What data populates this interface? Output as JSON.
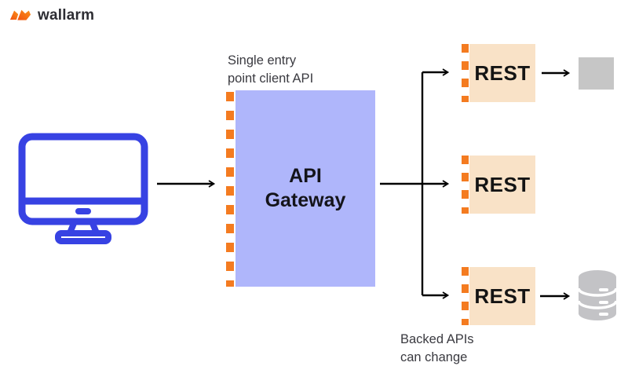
{
  "brand": {
    "name": "wallarm",
    "mark_color": "#f56a13",
    "text_color": "#2d2d33"
  },
  "diagram": {
    "client": {
      "icon": "desktop-monitor-icon",
      "color": "#3742e3"
    },
    "gateway": {
      "label_line1": "API",
      "label_line2": "Gateway",
      "fill": "#afb6fb",
      "dash_color": "#f47b20"
    },
    "gateway_note": {
      "line1": "Single entry",
      "line2": "point client API"
    },
    "services": [
      {
        "label": "REST"
      },
      {
        "label": "REST"
      },
      {
        "label": "REST"
      }
    ],
    "service_fill": "#f9e2c7",
    "backend_note": {
      "line1": "Backed APIs",
      "line2": "can change"
    },
    "targets": {
      "square_color": "#c6c6c6",
      "database_icon": "database-icon",
      "database_color": "#c3c3c6"
    },
    "arrow_color": "#000000"
  }
}
